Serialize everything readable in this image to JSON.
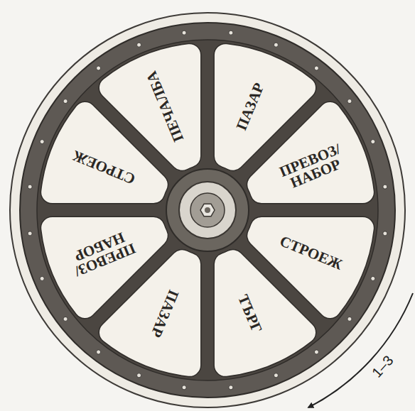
{
  "diagram": {
    "nodes": [
      {
        "text": [
          "ПЕЧАЛБА"
        ]
      },
      {
        "text": [
          "ПАЗАР"
        ]
      },
      {
        "text": [
          "ПРЕВОЗ/ НАБОР"
        ]
      },
      {
        "text": [
          "СТРОЕЖ"
        ]
      },
      {
        "text": [
          "ТЪРГ"
        ]
      },
      {
        "text": [
          "ПАЗАР"
        ]
      },
      {
        "text": [
          "ПРЕВОЗ/ НАБОР"
        ]
      },
      {
        "text": [
          "СТРОЕЖ"
        ]
      }
    ],
    "labels": [
      "1–3"
    ]
  }
}
